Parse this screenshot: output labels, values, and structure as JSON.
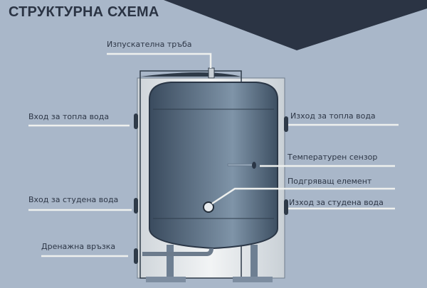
{
  "title": "СТРУКТУРНА СХЕМА",
  "labels": {
    "vent_pipe": "Изпускателна тръба",
    "hot_in": "Вход за топла вода",
    "hot_out": "Изход за топла вода",
    "temp_sensor": "Температурен сензор",
    "heating_element": "Подгряващ елемент",
    "cold_in": "Вход за студена вода",
    "cold_out": "Изход за студена вода",
    "drain": "Дренажна връзка"
  },
  "colors": {
    "background": "#a9b7c9",
    "accent": "#2b3444",
    "tank": "#4f6478",
    "casing": "#dfe3e6"
  }
}
